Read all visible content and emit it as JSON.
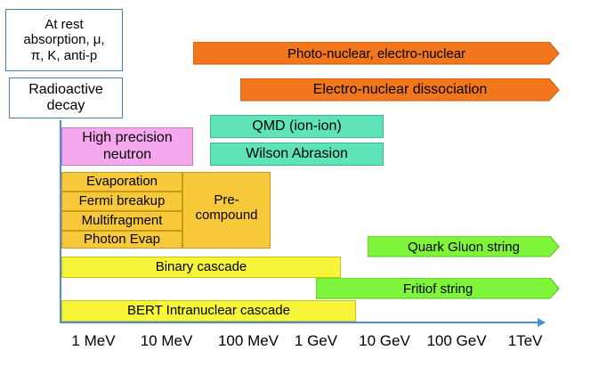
{
  "boxes": {
    "at_rest": "At rest\nabsorption, μ,\nπ, K, anti-p",
    "radioactive": "Radioactive\ndecay",
    "high_precision": "High precision\nneutron",
    "qmd": "QMD (ion-ion)",
    "wilson": "Wilson Abrasion",
    "evaporation": "Evaporation",
    "fermi": "Fermi breakup",
    "multifragment": "Multifragment",
    "photon_evap": "Photon Evap",
    "precompound": "Pre-\ncompound",
    "binary": "Binary cascade",
    "bert": "BERT Intranuclear cascade"
  },
  "arrows": {
    "photo_nuclear": "Photo-nuclear, electro-nuclear",
    "electro_dissociation": "Electro-nuclear dissociation",
    "quark_gluon": "Quark Gluon string",
    "fritiof": "Fritiof string"
  },
  "axis": {
    "ticks": [
      "1 MeV",
      "10 MeV",
      "100 MeV",
      "1 GeV",
      "10 GeV",
      "100 GeV",
      "1TeV"
    ]
  },
  "colors": {
    "orange": "#f2761c",
    "green": "#7ef53a",
    "axis": "#4a8ee0"
  }
}
